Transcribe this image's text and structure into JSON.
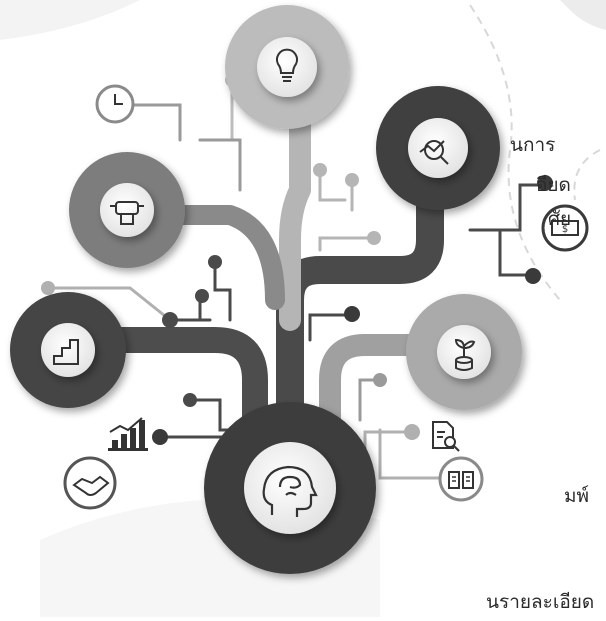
{
  "text_fragments": [
    "นการ",
    "อียด",
    "ศัย",
    "มพ์",
    "นรายละเอียด"
  ],
  "icons": {
    "top": "lightbulb-icon",
    "top_right": "analytics-magnifier-icon",
    "left_upper": "fist-strength-icon",
    "left_lower": "stairs-progress-icon",
    "right_lower": "plant-coins-icon",
    "center": "brain-head-icon",
    "small_clock": "clock-icon",
    "small_money": "money-exchange-icon",
    "small_chart": "bar-chart-icon",
    "small_handshake": "handshake-icon",
    "small_doc_search": "document-search-icon",
    "small_book": "open-book-icon"
  },
  "colors": {
    "dark": "#4a4a4a",
    "darker": "#3a3a3a",
    "mid": "#6b6b6b",
    "light": "#a8a8a8",
    "lighter": "#c8c8c8",
    "bg_shape": "#f1f1f1"
  }
}
